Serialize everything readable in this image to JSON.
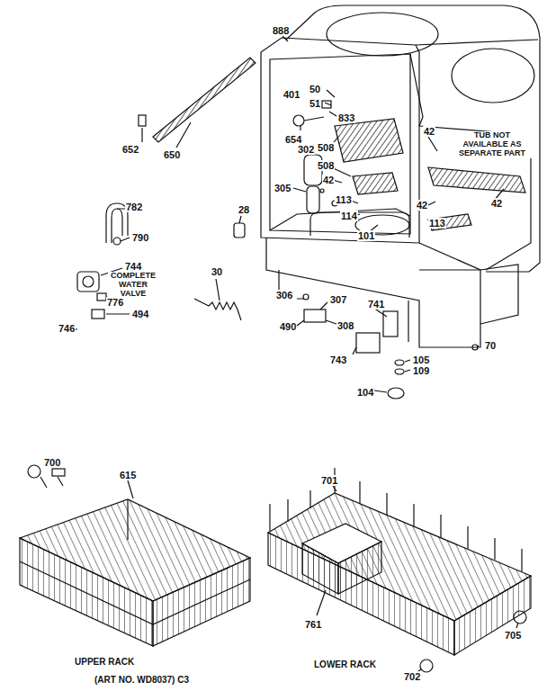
{
  "diagram": {
    "labels": [
      "888",
      "50",
      "401",
      "51",
      "833",
      "654",
      "652",
      "650",
      "508",
      "42",
      "TUB NOT AVAILABLE AS SEPARATE PART",
      "302",
      "508",
      "42",
      "305",
      "42",
      "113",
      "782",
      "28",
      "42",
      "113",
      "114",
      "101",
      "790",
      "744",
      "COMPLETE WATER VALVE",
      "776",
      "30",
      "306",
      "307",
      "741",
      "494",
      "490",
      "308",
      "746",
      "70",
      "743",
      "105",
      "109",
      "104",
      "700",
      "615",
      "701",
      "761",
      "705",
      "UPPER RACK",
      "LOWER RACK",
      "702",
      "(ART NO. WD8037) C3"
    ]
  }
}
